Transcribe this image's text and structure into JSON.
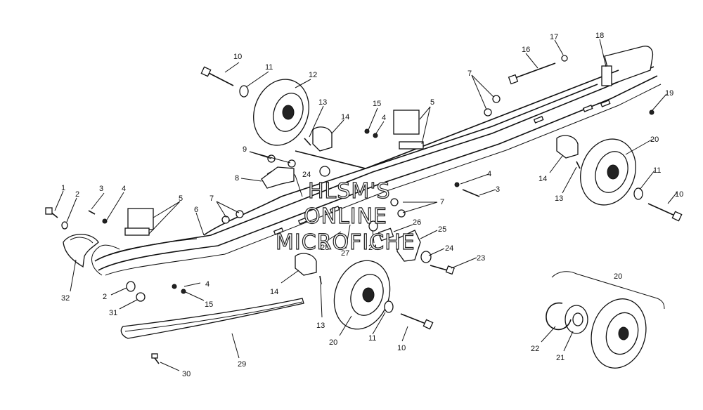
{
  "watermark": {
    "line1": "HLSM'S",
    "line2": "ONLINE",
    "line3": "MICROFICHE"
  },
  "callouts": [
    {
      "id": "c1",
      "label": "1"
    },
    {
      "id": "c2a",
      "label": "2"
    },
    {
      "id": "c3a",
      "label": "3"
    },
    {
      "id": "c4a",
      "label": "4"
    },
    {
      "id": "c5a",
      "label": "5"
    },
    {
      "id": "c6",
      "label": "6"
    },
    {
      "id": "c7a",
      "label": "7"
    },
    {
      "id": "c8",
      "label": "8"
    },
    {
      "id": "c9",
      "label": "9"
    },
    {
      "id": "c10a",
      "label": "10"
    },
    {
      "id": "c11a",
      "label": "11"
    },
    {
      "id": "c12",
      "label": "12"
    },
    {
      "id": "c13a",
      "label": "13"
    },
    {
      "id": "c14a",
      "label": "14"
    },
    {
      "id": "c15a",
      "label": "15"
    },
    {
      "id": "c4b",
      "label": "4"
    },
    {
      "id": "c5b",
      "label": "5"
    },
    {
      "id": "c24a",
      "label": "24"
    },
    {
      "id": "c16",
      "label": "16"
    },
    {
      "id": "c17",
      "label": "17"
    },
    {
      "id": "c18",
      "label": "18"
    },
    {
      "id": "c7b",
      "label": "7"
    },
    {
      "id": "c19",
      "label": "19"
    },
    {
      "id": "c20a",
      "label": "20"
    },
    {
      "id": "c14b",
      "label": "14"
    },
    {
      "id": "c13b",
      "label": "13"
    },
    {
      "id": "c11b",
      "label": "11"
    },
    {
      "id": "c10b",
      "label": "10"
    },
    {
      "id": "c4c",
      "label": "4"
    },
    {
      "id": "c3b",
      "label": "3"
    },
    {
      "id": "c7c",
      "label": "7"
    },
    {
      "id": "c26",
      "label": "26"
    },
    {
      "id": "c25",
      "label": "25"
    },
    {
      "id": "c24b",
      "label": "24"
    },
    {
      "id": "c23",
      "label": "23"
    },
    {
      "id": "c28",
      "label": "28"
    },
    {
      "id": "c27",
      "label": "27"
    },
    {
      "id": "c24c",
      "label": "24"
    },
    {
      "id": "c14c",
      "label": "14"
    },
    {
      "id": "c13c",
      "label": "13"
    },
    {
      "id": "c20b",
      "label": "20"
    },
    {
      "id": "c11c",
      "label": "11"
    },
    {
      "id": "c10c",
      "label": "10"
    },
    {
      "id": "c32",
      "label": "32"
    },
    {
      "id": "c2b",
      "label": "2"
    },
    {
      "id": "c4d",
      "label": "4"
    },
    {
      "id": "c15b",
      "label": "15"
    },
    {
      "id": "c31",
      "label": "31"
    },
    {
      "id": "c29",
      "label": "29"
    },
    {
      "id": "c30",
      "label": "30"
    },
    {
      "id": "c20c",
      "label": "20"
    },
    {
      "id": "c22",
      "label": "22"
    },
    {
      "id": "c21",
      "label": "21"
    }
  ]
}
